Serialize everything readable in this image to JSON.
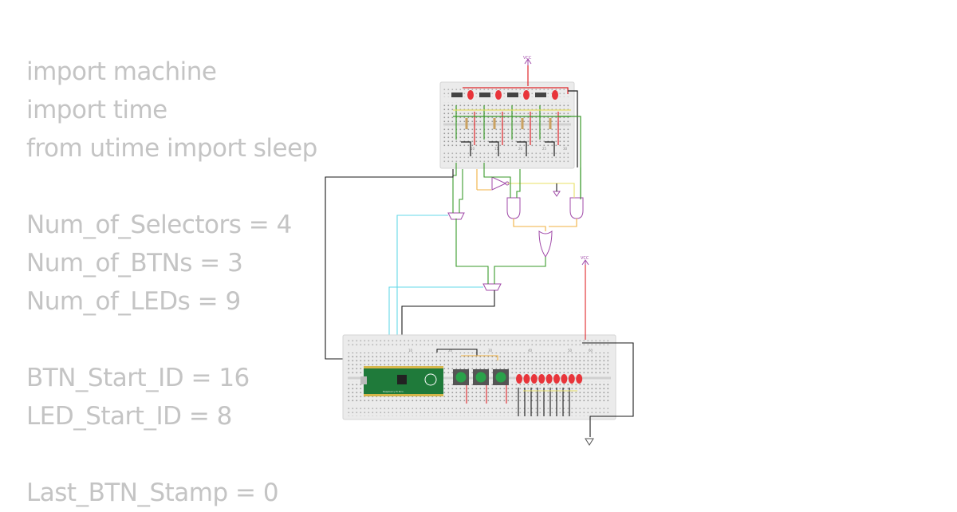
{
  "code": {
    "lines": [
      "import machine",
      "import time",
      "from utime import sleep",
      "",
      "Num_of_Selectors = 4",
      "Num_of_BTNs = 3",
      "Num_of_LEDs = 9",
      "",
      "BTN_Start_ID = 16",
      "LED_Start_ID = 8",
      "",
      "Last_BTN_Stamp = 0"
    ]
  },
  "circuit": {
    "vcc_label": "VCC",
    "top_board_labels": [
      "10",
      "15",
      "20",
      "25",
      "30"
    ],
    "bottom_board_labels": [
      "10",
      "20",
      "30",
      "40",
      "50",
      "60"
    ],
    "pico_label": "Raspberry Pi Pico",
    "wire_colors": {
      "black": "#1a1a1a",
      "red": "#e0262a",
      "green": "#3a9a2a",
      "cyan": "#66d8e8",
      "yellow": "#e8e066",
      "orange": "#f0b040",
      "gate": "#a04aa8"
    }
  }
}
